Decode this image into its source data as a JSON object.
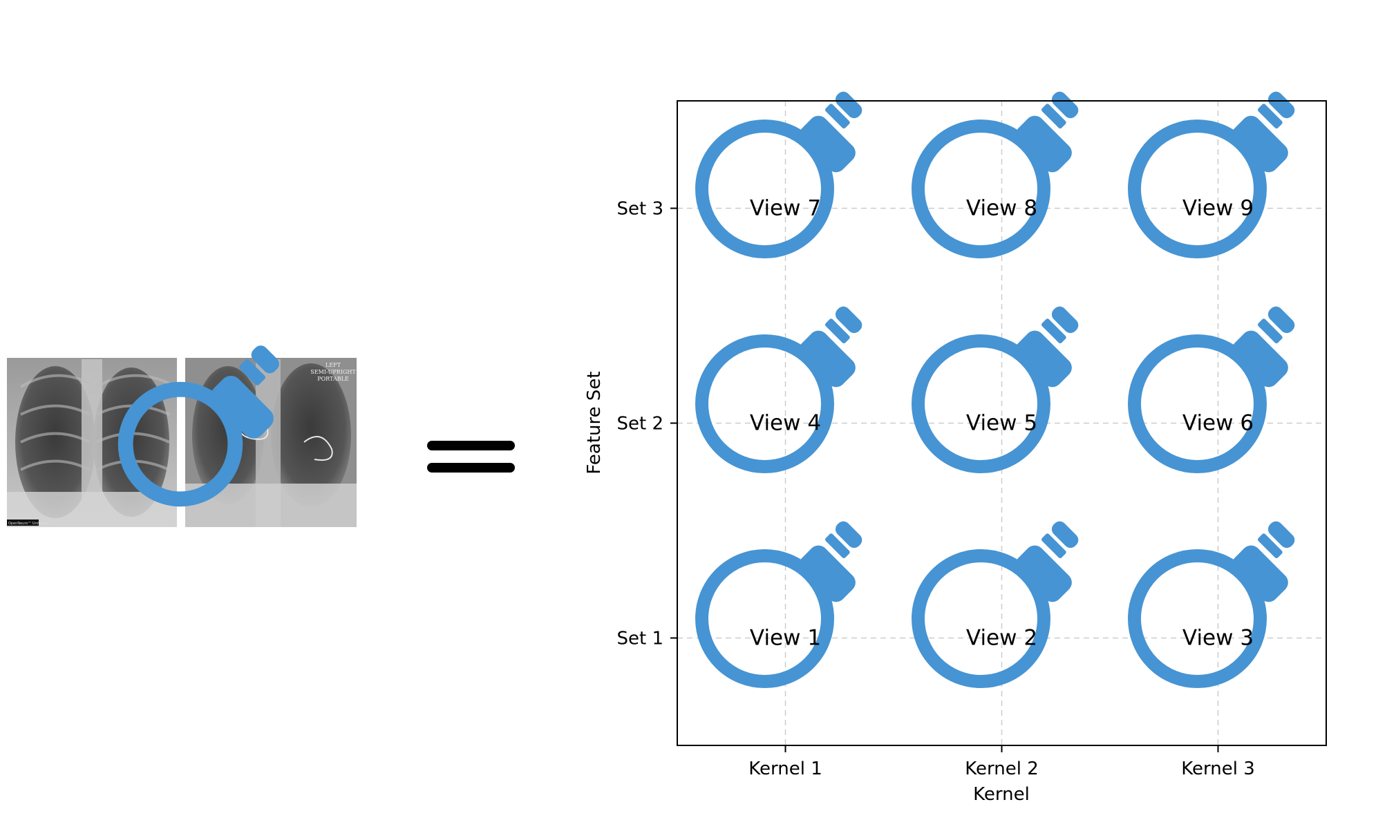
{
  "xray": {
    "label_lines": [
      "LEFT",
      "SEMI-UPRIGHT",
      "PORTABLE"
    ],
    "watermark": "OpenNeuro™ Universal"
  },
  "colors": {
    "magnifier": "#4694D3",
    "grid": "#cccccc",
    "axis": "#000000",
    "equals": "#000000"
  },
  "icons": {
    "input": "magnifier-icon",
    "equals": "equals-sign-icon",
    "cell": "magnifier-icon"
  },
  "chart_data": {
    "type": "scatter",
    "xlabel": "Kernel",
    "ylabel": "Feature Set",
    "x_categories": [
      "Kernel 1",
      "Kernel 2",
      "Kernel 3"
    ],
    "y_categories": [
      "Set 1",
      "Set 2",
      "Set 3"
    ],
    "xlim": [
      0.5,
      3.5
    ],
    "ylim": [
      0.5,
      3.5
    ],
    "grid": true,
    "points": [
      {
        "x": 1,
        "y": 1,
        "label": "View 1"
      },
      {
        "x": 2,
        "y": 1,
        "label": "View 2"
      },
      {
        "x": 3,
        "y": 1,
        "label": "View 3"
      },
      {
        "x": 1,
        "y": 2,
        "label": "View 4"
      },
      {
        "x": 2,
        "y": 2,
        "label": "View 5"
      },
      {
        "x": 3,
        "y": 2,
        "label": "View 6"
      },
      {
        "x": 1,
        "y": 3,
        "label": "View 7"
      },
      {
        "x": 2,
        "y": 3,
        "label": "View 8"
      },
      {
        "x": 3,
        "y": 3,
        "label": "View 9"
      }
    ]
  }
}
